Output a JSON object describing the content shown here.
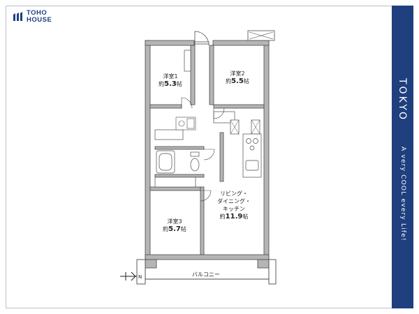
{
  "brand": {
    "logo_line1": "TOHO",
    "logo_line2": "HOUSE",
    "color": "#1f3f7e"
  },
  "side": {
    "city": "TOKYO",
    "slogan": "A very COOL every Life!",
    "color": "#1f3f7e"
  },
  "rooms": {
    "western1": {
      "name": "洋室1",
      "size_prefix": "約",
      "size": "5.3",
      "unit": "帖"
    },
    "western2": {
      "name": "洋室2",
      "size_prefix": "約",
      "size": "5.5",
      "unit": "帖"
    },
    "western3": {
      "name": "洋室3",
      "size_prefix": "約",
      "size": "5.7",
      "unit": "帖"
    },
    "ldk": {
      "line1": "リビング・",
      "line2": "ダイニング・",
      "line3": "キッチン",
      "size_prefix": "約",
      "size": "11.9",
      "unit": "帖"
    }
  },
  "balcony": "バルコニー",
  "compass": "N",
  "colors": {
    "wall": "#b5b5b5",
    "line": "#4a4a4a",
    "floor": "#ffffff"
  }
}
